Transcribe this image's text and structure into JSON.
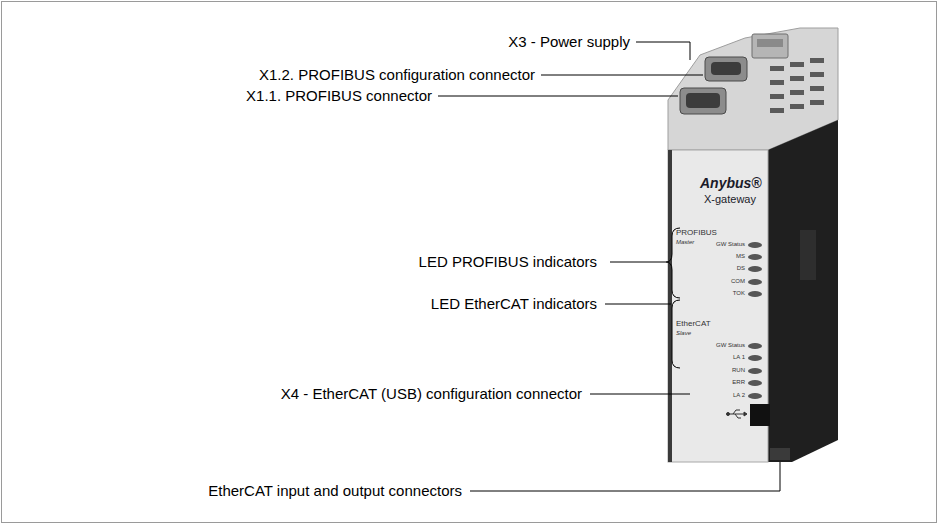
{
  "diagram": {
    "labels": [
      "X3 - Power supply",
      "X1.2. PROFIBUS configuration connector",
      "X1.1. PROFIBUS connector",
      "Anybus®",
      "X-gateway",
      "PROFIBUS",
      "Master",
      "GW Status",
      "MS",
      "DS",
      "COM",
      "TOK",
      "LED PROFIBUS indicators",
      "LED EtherCAT indicators",
      "EtherCAT",
      "Slave",
      "GW Status",
      "LA 1",
      "RUN",
      "ERR",
      "LA 2",
      "X4 - EtherCAT (USB) configuration connector",
      "EtherCAT input and output connectors"
    ]
  }
}
